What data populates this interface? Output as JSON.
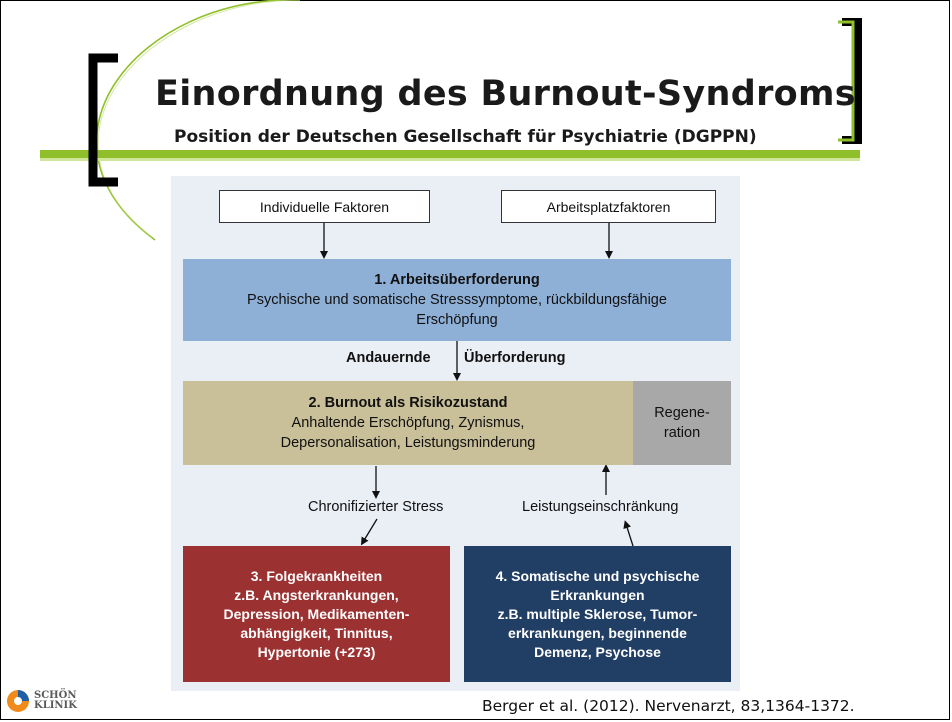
{
  "slide": {
    "title": "Einordnung des Burnout-Syndroms",
    "subtitle": "Position der Deutschen Gesellschaft für Psychiatrie (DGPPN)",
    "citation": "Berger et al. (2012). Nervenarzt, 83,1364-1372.",
    "logo": {
      "line1": "SCHÖN",
      "line2": "KLINIK"
    }
  },
  "diagram": {
    "factors": {
      "individual": "Individuelle Faktoren",
      "workplace": "Arbeitsplatzfaktoren"
    },
    "stage1": {
      "title": "1. Arbeitsüberforderung",
      "line1": "Psychische und somatische Stresssymptome, rückbildungsfähige",
      "line2": "Erschöpfung"
    },
    "transition": {
      "left": "Andauernde",
      "right": "Überforderung"
    },
    "stage2": {
      "title": "2. Burnout als Risikozustand",
      "line1": "Anhaltende Erschöpfung, Zynismus,",
      "line2": "Depersonalisation, Leistungsminderung"
    },
    "regeneration": {
      "line1": "Regene-",
      "line2": "ration"
    },
    "labels": {
      "chronic": "Chronifizierter Stress",
      "limitation": "Leistungseinschränkung"
    },
    "stage3": {
      "title": "3. Folgekrankheiten",
      "lines": [
        "z.B. Angsterkrankungen,",
        "Depression, Medikamenten-",
        "abhängigkeit, Tinnitus,",
        "Hypertonie (+273)"
      ]
    },
    "stage4": {
      "title": "4. Somatische und psychische",
      "lines": [
        "Erkrankungen",
        "z.B. multiple Sklerose, Tumor-",
        "erkrankungen, beginnende",
        "Demenz, Psychose"
      ]
    }
  },
  "colors": {
    "accent_green": "#8fbf2a",
    "stage1": "#8fb0d6",
    "stage2": "#c9bf99",
    "regeneration": "#a8a8a8",
    "stage3": "#9c3131",
    "stage4": "#213e64"
  }
}
